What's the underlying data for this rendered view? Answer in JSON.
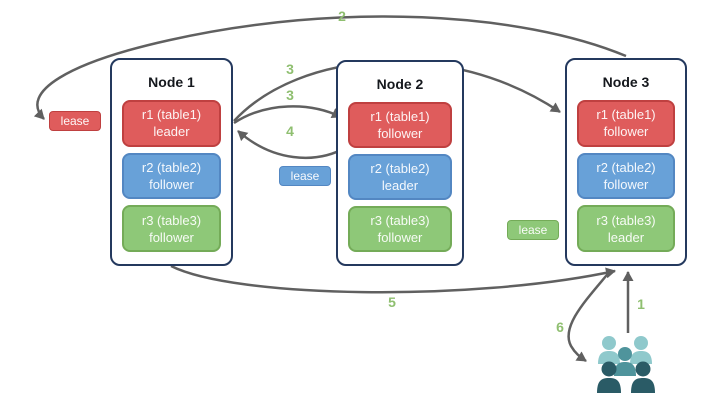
{
  "palette": {
    "red-fill": "#df5c5c",
    "red-border": "#bf4040",
    "blue-fill": "#68a1d8",
    "blue-border": "#5387c2",
    "green-fill": "#8ec878",
    "green-border": "#74ab58",
    "node-border": "#24395e",
    "arrow-color": "#606060",
    "number-color": "#8fbf70",
    "people-light": "#8fc9cc",
    "people-mid": "#4f949c",
    "people-dark": "#2a5b66"
  },
  "nodes": [
    {
      "title": "Node 1",
      "replicas": [
        {
          "name": "r1 (table1)",
          "role": "leader",
          "color": "red"
        },
        {
          "name": "r2 (table2)",
          "role": "follower",
          "color": "blue"
        },
        {
          "name": "r3 (table3)",
          "role": "follower",
          "color": "green"
        }
      ]
    },
    {
      "title": "Node 2",
      "replicas": [
        {
          "name": "r1 (table1)",
          "role": "follower",
          "color": "red"
        },
        {
          "name": "r2 (table2)",
          "role": "leader",
          "color": "blue"
        },
        {
          "name": "r3 (table3)",
          "role": "follower",
          "color": "green"
        }
      ]
    },
    {
      "title": "Node 3",
      "replicas": [
        {
          "name": "r1 (table1)",
          "role": "follower",
          "color": "red"
        },
        {
          "name": "r2 (table2)",
          "role": "follower",
          "color": "blue"
        },
        {
          "name": "r3 (table3)",
          "role": "leader",
          "color": "green"
        }
      ]
    }
  ],
  "leases": [
    {
      "text": "lease",
      "color": "red"
    },
    {
      "text": "lease",
      "color": "blue"
    },
    {
      "text": "lease",
      "color": "green"
    }
  ],
  "arrows": [
    {
      "label": "1",
      "from": "clients",
      "to": "node3"
    },
    {
      "label": "2",
      "from": "node3",
      "to": "lease-red-node1"
    },
    {
      "label": "3",
      "from": "node1-r1-leader",
      "to": "node3-r1-follower"
    },
    {
      "label": "3",
      "from": "node1-r1-leader",
      "to": "node2-r1-follower"
    },
    {
      "label": "4",
      "from": "node2-r1-follower",
      "to": "node1-r1-leader"
    },
    {
      "label": "5",
      "from": "node1",
      "to": "node3"
    },
    {
      "label": "6",
      "from": "node3",
      "to": "clients"
    }
  ]
}
